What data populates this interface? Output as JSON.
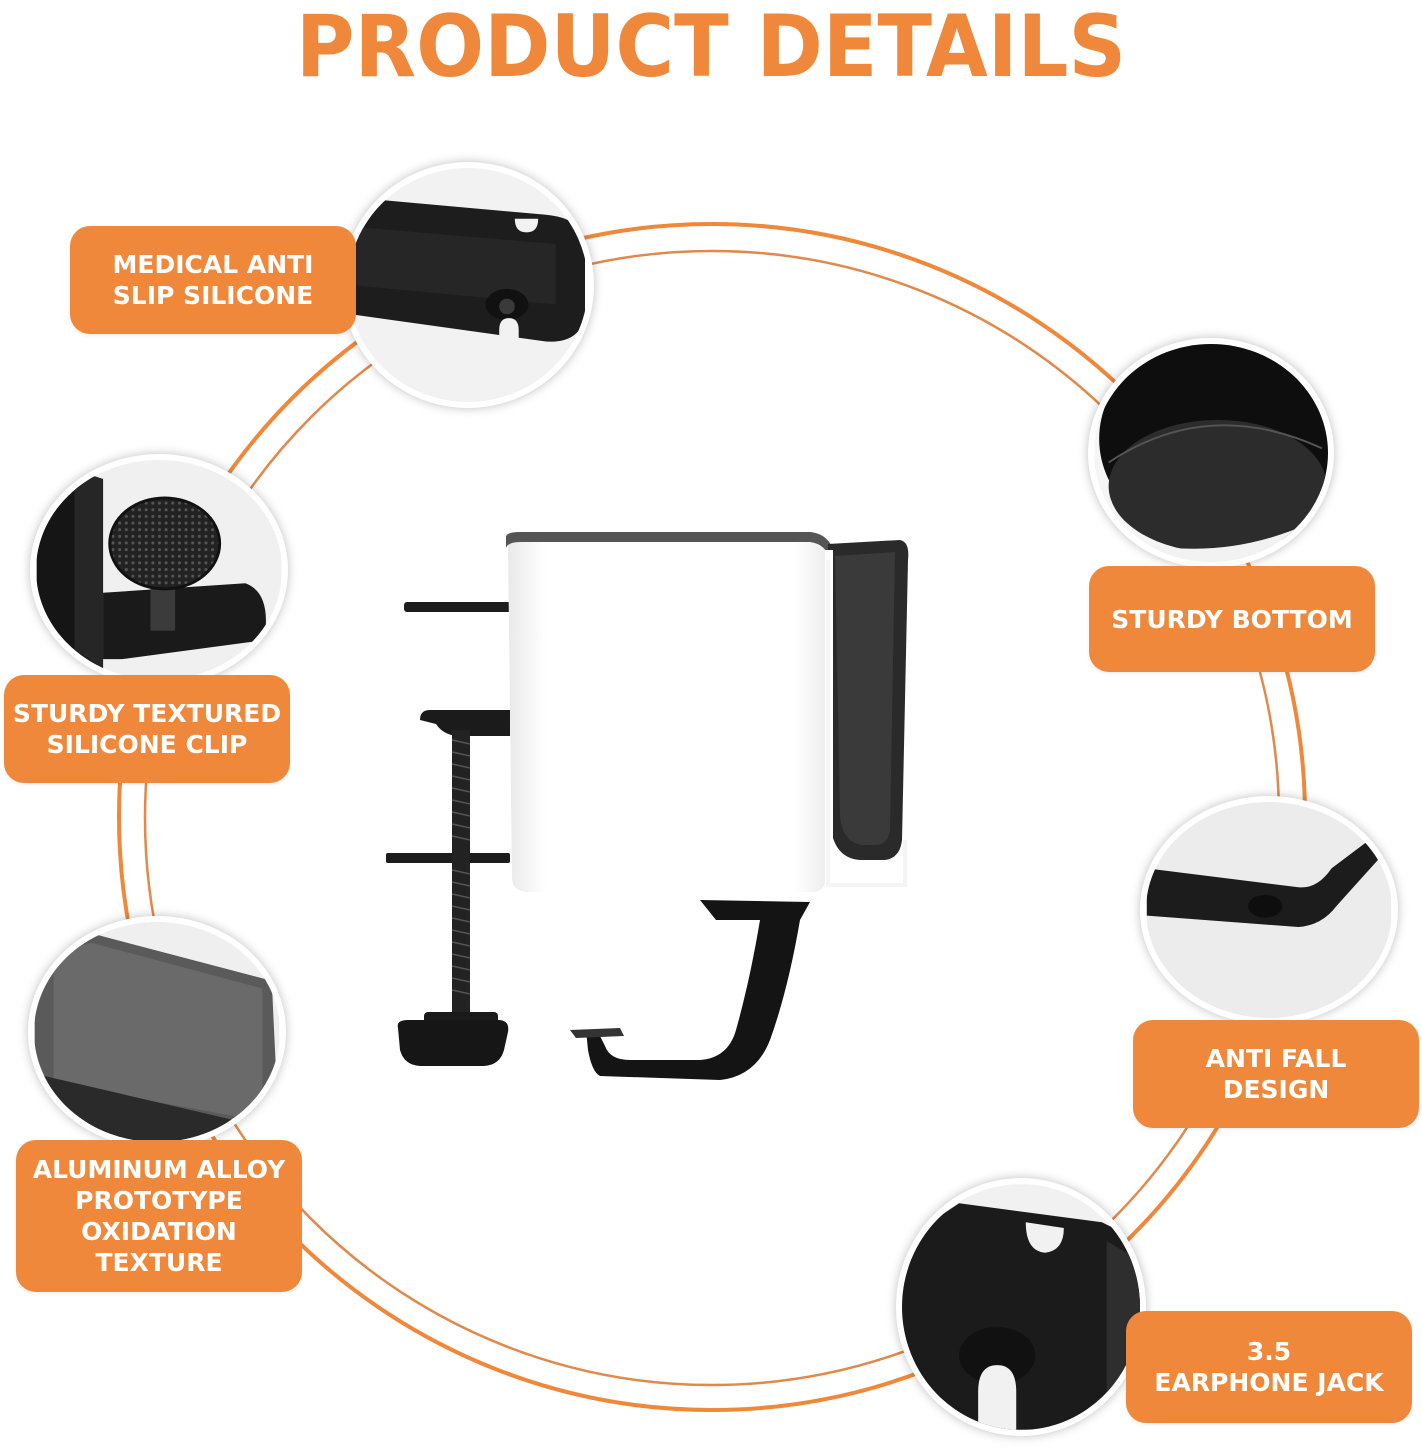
{
  "title": "PRODUCT DETAILS",
  "theme": {
    "accent": "#ef883a",
    "background": "#ffffff",
    "product_dark": "#1a1a1a"
  },
  "features": [
    {
      "label": "MEDICAL ANTI\nSLIP SILICONE",
      "image": "bracket-slot-closeup"
    },
    {
      "label": "STURDY TEXTURED\nSILICONE CLIP",
      "image": "textured-clamp-pad-closeup"
    },
    {
      "label": "ALUMINUM ALLOY\nPROTOTYPE\nOXIDATION\nTEXTURE",
      "image": "aluminum-surface-closeup"
    },
    {
      "label": "STURDY BOTTOM",
      "image": "cup-bottom-closeup"
    },
    {
      "label": "ANTI FALL\nDESIGN",
      "image": "hook-edge-closeup"
    },
    {
      "label": "3.5\nEARPHONE JACK",
      "image": "earphone-slot-closeup"
    }
  ],
  "center_image": "desk-clamp-cup-holder-with-headphone-hook"
}
